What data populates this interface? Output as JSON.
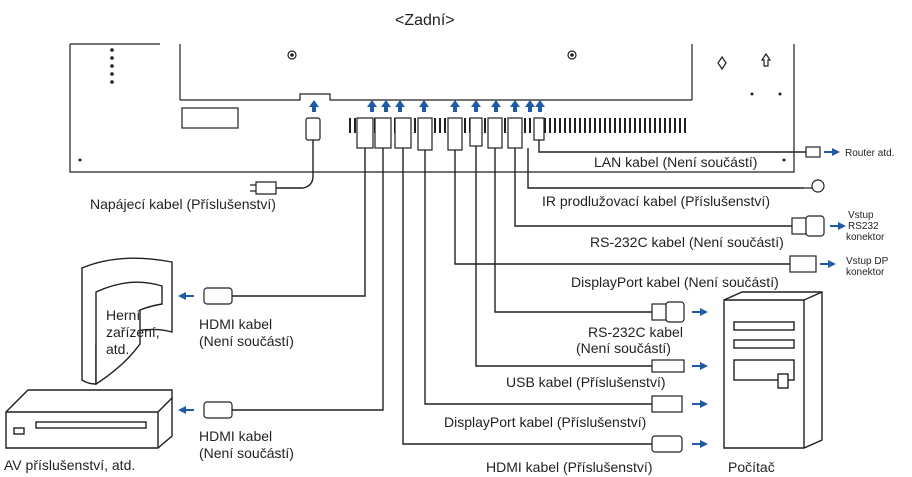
{
  "title": "<Zadní>",
  "labels": {
    "power": "Napájecí kabel (Příslušenství)",
    "lan": "LAN kabel (Není součástí)",
    "router": "Router atd.",
    "ir": "IR prodlužovací kabel (Příslušenství)",
    "rs232_in_line1": "Vstup",
    "rs232_in_line2": "RS232",
    "rs232_in_line3": "konektor",
    "rs232_cable_top": "RS-232C kabel (Není součástí)",
    "dp_in_line1": "Vstup DP",
    "dp_in_line2": "konektor",
    "dp_cable_top": "DisplayPort kabel (Není součástí)",
    "rs232_pc_line1": "RS-232C kabel",
    "rs232_pc_line2": "(Není součástí)",
    "usb": "USB kabel (Příslušenství)",
    "dp_pc": "DisplayPort kabel (Příslušenství)",
    "hdmi_pc": "HDMI kabel (Příslušenství)",
    "pc": "Počítač",
    "game_line1": "Herní",
    "game_line2": "zařízení,",
    "game_line3": "atd.",
    "hdmi_game_line1": "HDMI kabel",
    "hdmi_game_line2": "(Není součástí)",
    "hdmi_av_line1": "HDMI kabel",
    "hdmi_av_line2": "(Není součástí)",
    "av": "AV příslušenství, atd."
  },
  "colors": {
    "line": "#231f20",
    "arrow": "#1f5aa6"
  }
}
